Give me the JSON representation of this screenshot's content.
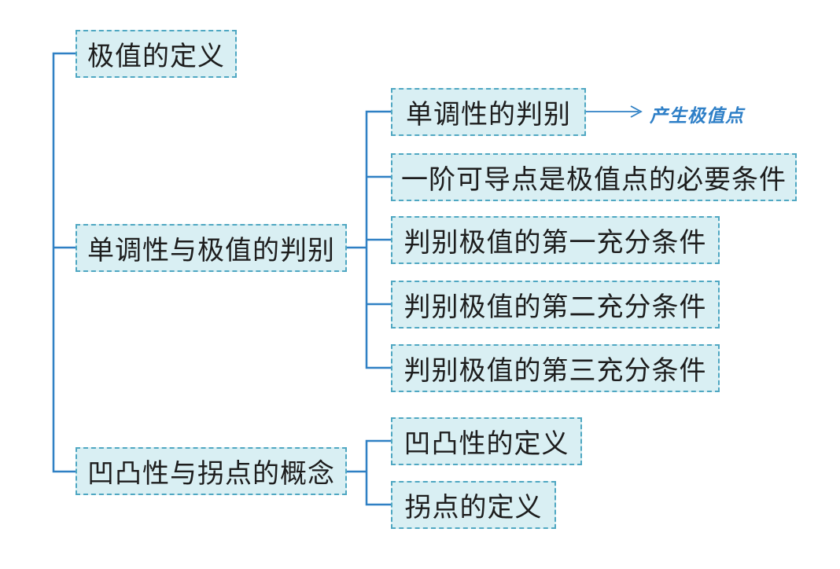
{
  "root_items": [
    {
      "label": "极值的定义"
    },
    {
      "label": "单调性与极值的判别"
    },
    {
      "label": "凹凸性与拐点的概念"
    }
  ],
  "monotonicity_children": [
    {
      "label": "单调性的判别"
    },
    {
      "label": "一阶可导点是极值点的必要条件"
    },
    {
      "label": "判别极值的第一充分条件"
    },
    {
      "label": "判别极值的第二充分条件"
    },
    {
      "label": "判别极值的第三充分条件"
    }
  ],
  "concavity_children": [
    {
      "label": "凹凸性的定义"
    },
    {
      "label": "拐点的定义"
    }
  ],
  "annotation": {
    "text": "产生极值点"
  },
  "colors": {
    "connector": "#2f80c4",
    "box_fill": "#d9eff3",
    "box_border": "#4fa7c2",
    "annotation": "#2e7fc7"
  }
}
